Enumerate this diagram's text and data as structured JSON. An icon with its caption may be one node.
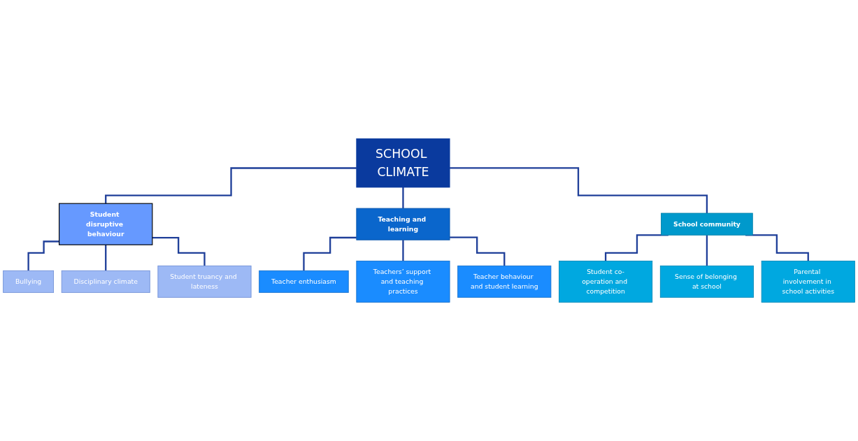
{
  "diagram": {
    "nodes": [
      {
        "text": [
          "SCHOOL CLIMATE"
        ]
      },
      {
        "text": [
          "Student disruptive behaviour"
        ]
      },
      {
        "text": [
          "Bullying"
        ]
      },
      {
        "text": [
          "Disciplinary climate"
        ]
      },
      {
        "text": [
          "Student truancy and lateness"
        ]
      },
      {
        "text": [
          "Teaching and learning"
        ]
      },
      {
        "text": [
          "Teacher enthusiasm"
        ]
      },
      {
        "text": [
          "Teachers’ support and teaching practices"
        ]
      },
      {
        "text": [
          "Teacher behaviour and student learning"
        ]
      },
      {
        "text": [
          "School community"
        ]
      },
      {
        "text": [
          "Student co-operation and competition"
        ]
      },
      {
        "text": [
          "Sense of belonging at school"
        ]
      },
      {
        "text": [
          "Parental involvement in school activities"
        ]
      }
    ],
    "edges": [
      {
        "from": 0,
        "to": 1,
        "arrow": "none"
      },
      {
        "from": 1,
        "to": 2,
        "arrow": "none"
      },
      {
        "from": 1,
        "to": 3,
        "arrow": "none"
      },
      {
        "from": 1,
        "to": 4,
        "arrow": "none"
      },
      {
        "from": 0,
        "to": 5,
        "arrow": "none"
      },
      {
        "from": 5,
        "to": 6,
        "arrow": "none"
      },
      {
        "from": 5,
        "to": 7,
        "arrow": "none"
      },
      {
        "from": 5,
        "to": 8,
        "arrow": "none"
      },
      {
        "from": 0,
        "to": 9,
        "arrow": "none"
      },
      {
        "from": 9,
        "to": 10,
        "arrow": "none"
      },
      {
        "from": 9,
        "to": 11,
        "arrow": "none"
      },
      {
        "from": 9,
        "to": 12,
        "arrow": "none"
      }
    ]
  }
}
